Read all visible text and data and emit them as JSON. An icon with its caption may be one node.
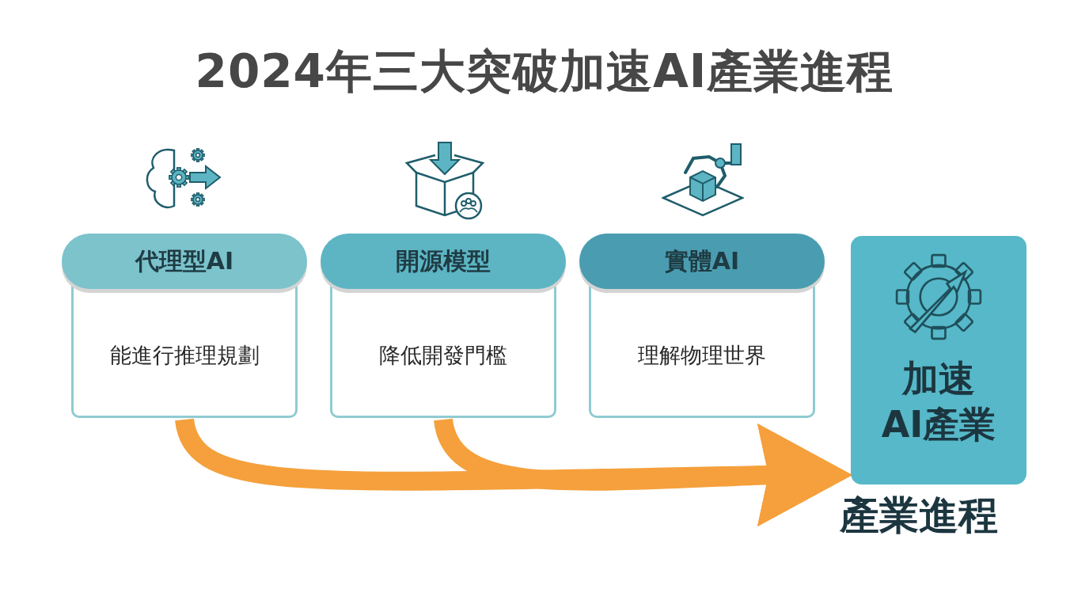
{
  "diagram": {
    "title": "2024年三大突破加速AI產業進程",
    "nodes": [
      {
        "text": [
          "代理型AI",
          "能進行推理規劃"
        ]
      },
      {
        "text": [
          "開源模型",
          "降低開發門檻"
        ]
      },
      {
        "text": [
          "實體AI",
          "理解物理世界"
        ]
      },
      {
        "text": [
          "加速AI產業"
        ],
        "beside": [
          "產業進程"
        ]
      }
    ],
    "edges": [
      {
        "from": 0,
        "to": 3,
        "arrow": "to"
      },
      {
        "from": 1,
        "to": 3,
        "arrow": "to"
      }
    ]
  }
}
